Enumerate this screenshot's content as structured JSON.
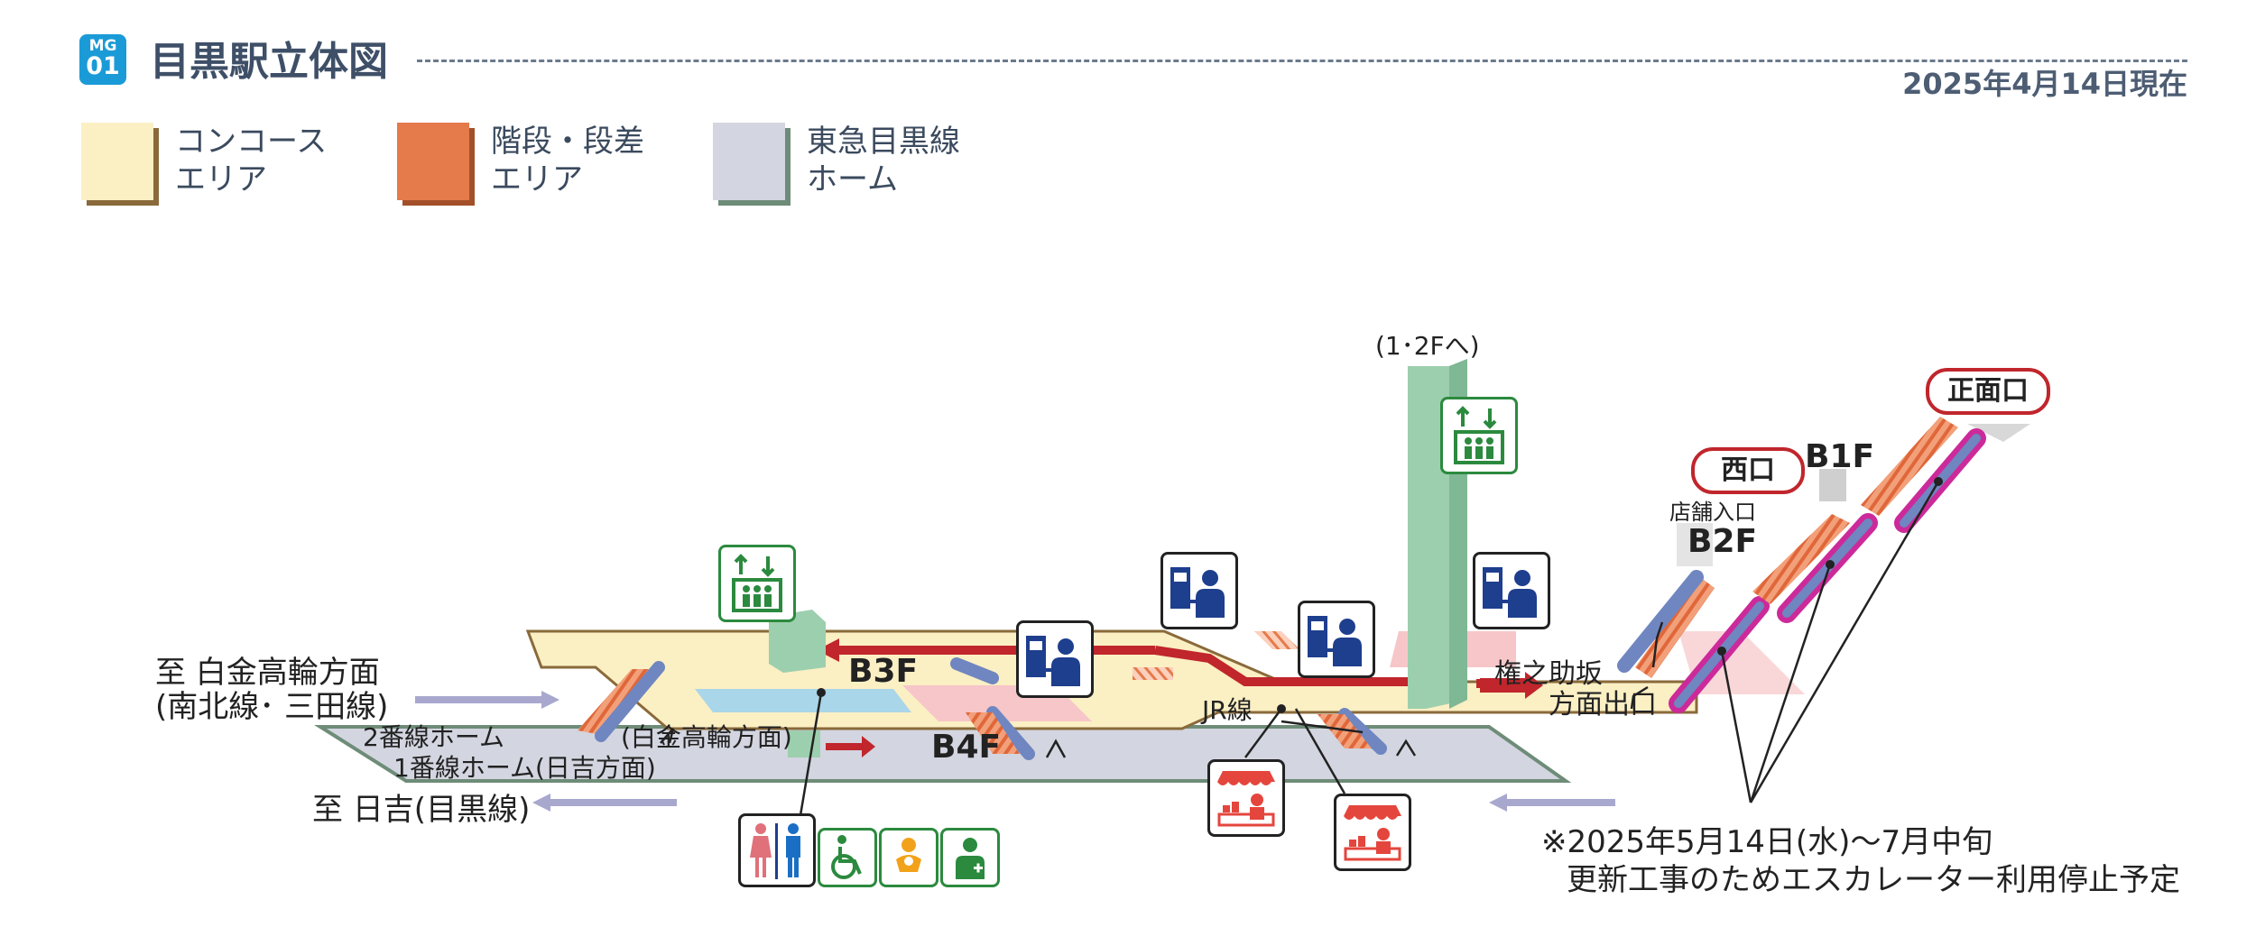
{
  "header": {
    "line_code_top": "MG",
    "line_code_bottom": "01",
    "title": "目黒駅立体図",
    "as_of_date": "2025年4月14日現在"
  },
  "legend": [
    {
      "line1": "コンコース",
      "line2": "エリア",
      "color": "#fbefc4",
      "shadow": "#8a6a3a"
    },
    {
      "line1": "階段・段差",
      "line2": "エリア",
      "color": "#e57a4a",
      "shadow": "#a3502a"
    },
    {
      "line1": "東急目黒線",
      "line2": "ホーム",
      "color": "#d3d5e0",
      "shadow": "#6e8c78"
    }
  ],
  "map": {
    "to_1_2f": "(1･2Fへ)",
    "exit_west": "西口",
    "exit_main": "正面口",
    "floor_b1f": "B1F",
    "floor_b2f": "B2F",
    "floor_b3f": "B3F",
    "floor_b4f": "B4F",
    "shop_entrance": "店舗入口",
    "gonnosuke_line1": "権之助坂",
    "gonnosuke_line2": "方面出口",
    "jr_line": "JR線",
    "dest_shirokane_line1": "至 白金高輪方面",
    "dest_shirokane_line2": "(南北線･ 三田線)",
    "platform_2": "2番線ホーム",
    "platform_2_dir": "(白金高輪方面)",
    "platform_1": "1番線ホーム(日吉方面)",
    "dest_hiyoshi": "至 日吉(目黒線)",
    "notice_line1": "※2025年5月14日(水)～7月中旬",
    "notice_line2": "更新工事のためエスカレーター利用停止予定"
  },
  "colors": {
    "concourse": "#fbefc4",
    "stairs": "#e57a4a",
    "platform": "#d3d5e0",
    "route_red": "#c0262c",
    "elevator_green": "#9ccfae",
    "escalator_blue": "#6f86c0",
    "notice_magenta": "#cc2a9a",
    "line_badge": "#1a9bd7"
  },
  "icons": [
    "elevator-icon",
    "ticket-office-icon",
    "toilet-icon",
    "wheelchair-icon",
    "baby-icon",
    "first-aid-icon",
    "shop-icon"
  ]
}
